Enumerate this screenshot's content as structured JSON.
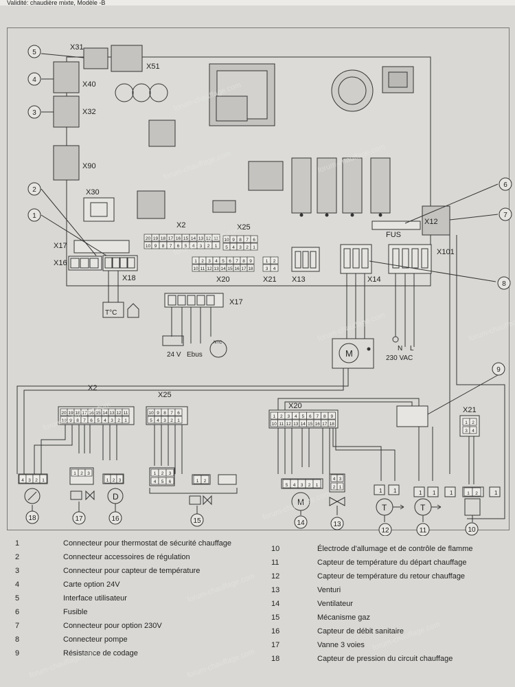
{
  "header": {
    "text": "Validité: chaudière mixte, Modèle -B"
  },
  "connectors": {
    "x31": "X31",
    "x51": "X51",
    "x40": "X40",
    "x32": "X32",
    "x90": "X90",
    "x30": "X30",
    "x2": "X2",
    "x25": "X25",
    "x17": "X17",
    "x16": "X16",
    "x18": "X18",
    "x20": "X20",
    "x21": "X21",
    "x13": "X13",
    "x14": "X14",
    "x12": "X12",
    "x101": "X101",
    "fus": "FUS"
  },
  "labels": {
    "tc": "T°C",
    "v24": "24 V",
    "ebus": "Ebus",
    "ntc": "NTC",
    "n": "N",
    "l": "L",
    "vac": "230 VAC",
    "motor": "M",
    "pump": "M",
    "d": "D",
    "t": "T"
  },
  "callouts": [
    "1",
    "2",
    "3",
    "4",
    "5",
    "6",
    "7",
    "8",
    "9",
    "10",
    "11",
    "12",
    "13",
    "14",
    "15",
    "16",
    "17",
    "18"
  ],
  "pins": {
    "x2_top": [
      "20",
      "19",
      "18",
      "17",
      "16",
      "15",
      "14",
      "13",
      "12",
      "11"
    ],
    "x2_bot": [
      "10",
      "9",
      "8",
      "7",
      "6",
      "5",
      "4",
      "3",
      "2",
      "1"
    ],
    "x25_top": [
      "10",
      "9",
      "8",
      "7",
      "6"
    ],
    "x25_bot": [
      "5",
      "4",
      "3",
      "2",
      "1"
    ],
    "x20_top": [
      "1",
      "2",
      "3",
      "4",
      "5",
      "6",
      "7",
      "8",
      "9"
    ],
    "x20_bot": [
      "10",
      "11",
      "12",
      "13",
      "14",
      "15",
      "16",
      "17",
      "18"
    ],
    "x21_top": [
      "1",
      "2"
    ],
    "x21_bot": [
      "3",
      "4"
    ],
    "c18": [
      "4",
      "3",
      "2",
      "1"
    ],
    "c17": [
      "1",
      "2",
      "3"
    ],
    "c16": [
      "1",
      "2",
      "3"
    ],
    "c15a": [
      "1",
      "2",
      "3"
    ],
    "c15b": [
      "4",
      "5",
      "6"
    ],
    "c15c": [
      "1",
      "2"
    ],
    "c14": [
      "5",
      "4",
      "3",
      "2",
      "1"
    ],
    "c13a": [
      "4",
      "3"
    ],
    "c13b": [
      "2",
      "1"
    ],
    "one": "1",
    "c10": [
      "1",
      "2"
    ]
  },
  "legend_left": [
    {
      "num": "1",
      "text": "Connecteur pour thermostat de sécurité chauffage"
    },
    {
      "num": "2",
      "text": "Connecteur accessoires de régulation"
    },
    {
      "num": "3",
      "text": "Connecteur pour capteur de température"
    },
    {
      "num": "4",
      "text": "Carte option 24V"
    },
    {
      "num": "5",
      "text": "Interface utilisateur"
    },
    {
      "num": "6",
      "text": "Fusible"
    },
    {
      "num": "7",
      "text": "Connecteur pour option 230V"
    },
    {
      "num": "8",
      "text": "Connecteur pompe"
    },
    {
      "num": "9",
      "text": "Résistance de codage"
    }
  ],
  "legend_right": [
    {
      "num": "10",
      "text": "Électrode d'allumage et de contrôle de flamme"
    },
    {
      "num": "11",
      "text": "Capteur de température du départ chauffage"
    },
    {
      "num": "12",
      "text": "Capteur de température du retour chauffage"
    },
    {
      "num": "13",
      "text": "Venturi"
    },
    {
      "num": "14",
      "text": "Ventilateur"
    },
    {
      "num": "15",
      "text": "Mécanisme gaz"
    },
    {
      "num": "16",
      "text": "Capteur de débit sanitaire"
    },
    {
      "num": "17",
      "text": "Vanne 3 voies"
    },
    {
      "num": "18",
      "text": "Capteur de pression du circuit chauffage"
    }
  ],
  "watermark": "forum-chauffage.com"
}
